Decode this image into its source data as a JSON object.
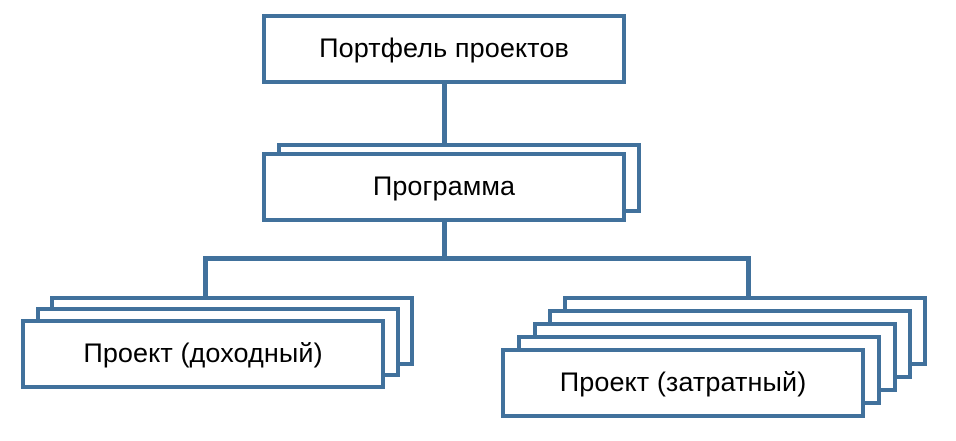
{
  "diagram": {
    "type": "hierarchy-tree",
    "title": "Портфель проектов",
    "background_color": "#FFFFFF",
    "line_color": "#41719C",
    "text_color": "#000000",
    "levels": [
      {
        "level": 1,
        "nodes": [
          {
            "id": "portfolio",
            "label": "Портфель проектов",
            "stack_count": 1
          }
        ]
      },
      {
        "level": 2,
        "nodes": [
          {
            "id": "program",
            "label": "Программа",
            "stack_count": 2
          }
        ]
      },
      {
        "level": 3,
        "nodes": [
          {
            "id": "project-income",
            "label": "Проект (доходный)",
            "stack_count": 3
          },
          {
            "id": "project-cost",
            "label": "Проект (затратный)",
            "stack_count": 5
          }
        ]
      }
    ],
    "edges": [
      {
        "from": "portfolio",
        "to": "program"
      },
      {
        "from": "program",
        "to": "project-income"
      },
      {
        "from": "program",
        "to": "project-cost"
      }
    ]
  },
  "nodes": {
    "portfolio": {
      "label": "Портфель проектов"
    },
    "program": {
      "label": "Программа"
    },
    "project_income": {
      "label": "Проект (доходный)"
    },
    "project_cost": {
      "label": "Проект (затратный)"
    }
  }
}
